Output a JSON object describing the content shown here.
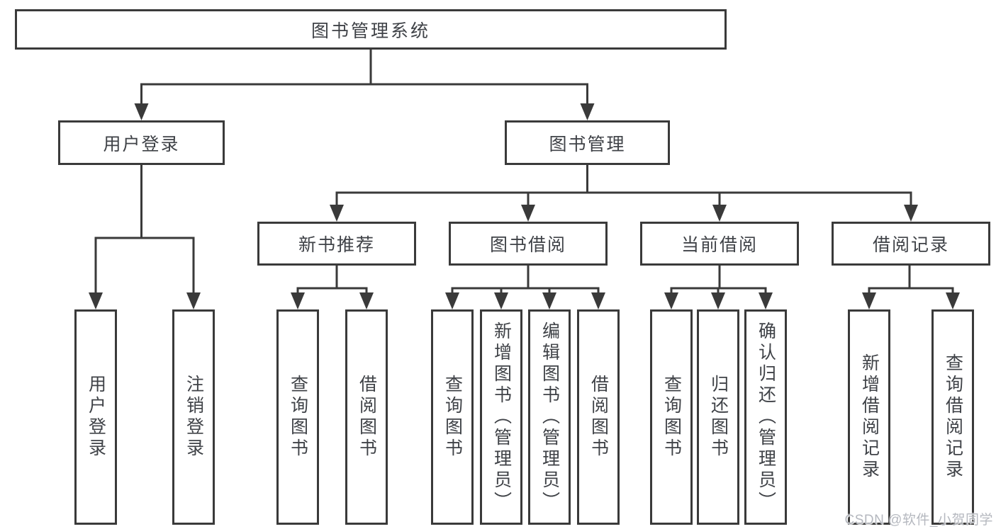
{
  "tree": {
    "label": "图书管理系统",
    "children": [
      {
        "label": "用户登录",
        "children": [
          {
            "label": "用户登录"
          },
          {
            "label": "注销登录"
          }
        ]
      },
      {
        "label": "图书管理",
        "children": [
          {
            "label": "新书推荐",
            "children": [
              {
                "label": "查询图书"
              },
              {
                "label": "借阅图书"
              }
            ]
          },
          {
            "label": "图书借阅",
            "children": [
              {
                "label": "查询图书"
              },
              {
                "label": "新增图书（管理员）"
              },
              {
                "label": "编辑图书（管理员）"
              },
              {
                "label": "借阅图书"
              }
            ]
          },
          {
            "label": "当前借阅",
            "children": [
              {
                "label": "查询图书"
              },
              {
                "label": "归还图书"
              },
              {
                "label": "确认归还（管理员）"
              }
            ]
          },
          {
            "label": "借阅记录",
            "children": [
              {
                "label": "新增借阅记录"
              },
              {
                "label": "查询借阅记录"
              }
            ]
          }
        ]
      }
    ]
  },
  "watermark": {
    "text": "CSDN @软件_小贺同学"
  },
  "colors": {
    "line": "#3a3a3a",
    "text": "#3f4247",
    "watermark": "#b5b8bf",
    "background": "#ffffff"
  }
}
